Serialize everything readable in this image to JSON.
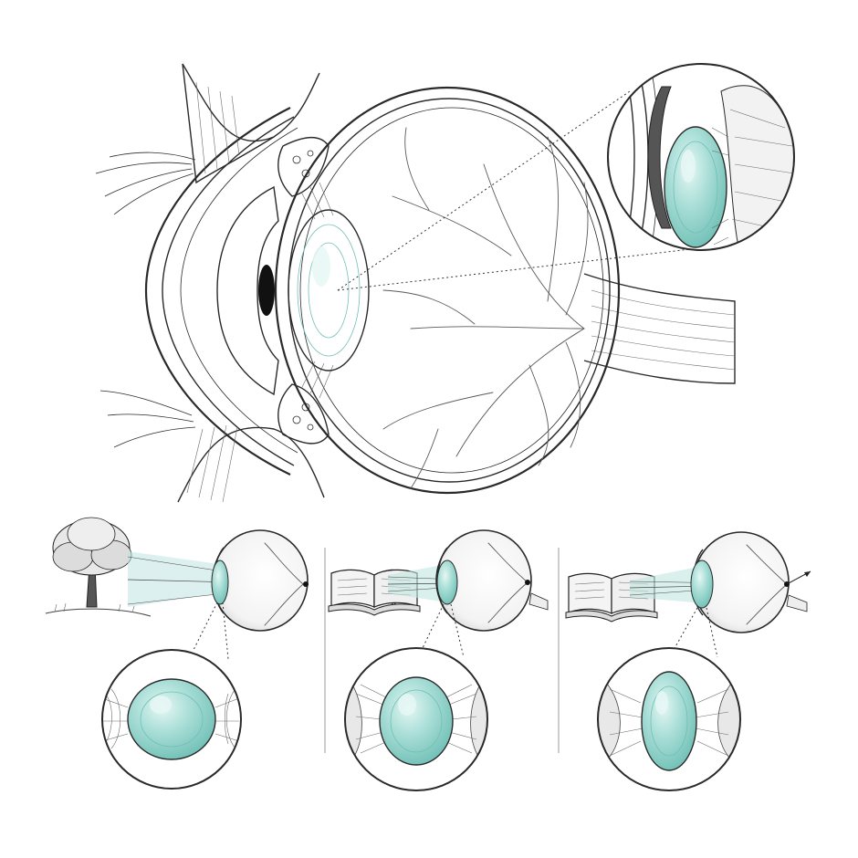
{
  "colors": {
    "ink": "#2a2a2a",
    "lens": "#8fd4cc",
    "lens_highlight": "#d8f3ef",
    "beam": "#bfe6e1",
    "iris": "#8a8f86",
    "paper": "#ffffff"
  },
  "icons": {
    "main": "eye-cross-section-icon",
    "zoom": "lens-detail-magnifier-icon",
    "far": "tree-icon",
    "near": "open-book-icon"
  },
  "panels": [
    {
      "id": "distant-object",
      "object_icon": "tree-icon",
      "lens_shape": "flat-round"
    },
    {
      "id": "near-object",
      "object_icon": "open-book-icon",
      "lens_shape": "rounded"
    },
    {
      "id": "near-object-strong",
      "object_icon": "open-book-icon",
      "lens_shape": "elongated"
    }
  ]
}
